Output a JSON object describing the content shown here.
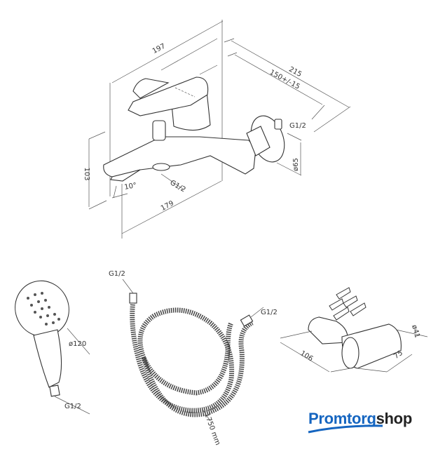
{
  "faucet": {
    "dim_width": "197",
    "dim_depth": "215",
    "dim_centers": "150+/-15",
    "inlet_thread": "G1/2",
    "outlet_thread": "G1/2",
    "flange_diameter": "ø65",
    "dim_height": "103",
    "spout_angle": "10°",
    "dim_spout": "179"
  },
  "hand_shower": {
    "diameter": "ø120",
    "thread": "G1/2"
  },
  "hose": {
    "thread_top": "G1/2",
    "thread_end": "G1/2",
    "length": "1750 mm"
  },
  "holder": {
    "dim_length": "106",
    "dim_width": "75",
    "diameter": "ø41"
  },
  "logo": {
    "part1": "Promtorg",
    "part2": "shop",
    "color_primary": "#1565c0",
    "color_secondary": "#222222"
  }
}
